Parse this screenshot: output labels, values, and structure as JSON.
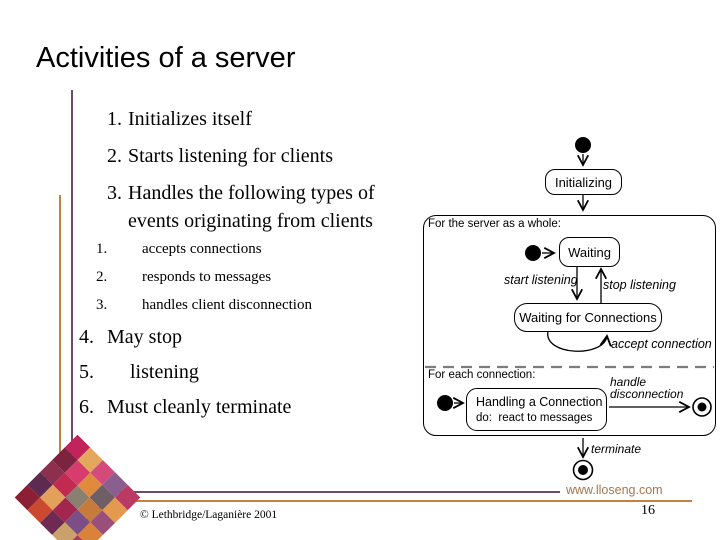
{
  "title": "Activities of a server",
  "lists": {
    "main": [
      {
        "num": "1.",
        "text": "Initializes itself"
      },
      {
        "num": "2.",
        "text": "Starts listening for clients"
      },
      {
        "num": "3.",
        "text": "Handles the following types of events originating from clients"
      },
      {
        "num": "4.",
        "text": "May stop"
      },
      {
        "num": "5.",
        "text": "listening"
      },
      {
        "num": "6.",
        "text": "Must cleanly terminate"
      }
    ],
    "sub": [
      {
        "num": "1.",
        "text": "accepts connections"
      },
      {
        "num": "2.",
        "text": "responds to messages"
      },
      {
        "num": "3.",
        "text": "handles client disconnection"
      }
    ]
  },
  "diagram": {
    "regions": {
      "server": "For the server as a whole:",
      "connection": "For each connection:"
    },
    "states": {
      "initializing": "Initializing",
      "waiting": "Waiting",
      "waiting_for_connections": "Waiting for Connections",
      "handling_a_connection": "Handling a Connection",
      "handling_do": "do:  react to messages"
    },
    "transitions": {
      "start_listening": "start listening",
      "stop_listening": "stop listening",
      "accept_connection": "accept connection",
      "handle_disconnection_line1": "handle",
      "handle_disconnection_line2": "disconnection",
      "terminate": "terminate"
    }
  },
  "footer": {
    "website": "www.lloseng.com",
    "copyright": "© Lethbridge/Laganière 2001",
    "page_number": "16"
  },
  "colors": {
    "accent_purple": "#6b4a6b",
    "accent_orange": "#c5803f"
  }
}
